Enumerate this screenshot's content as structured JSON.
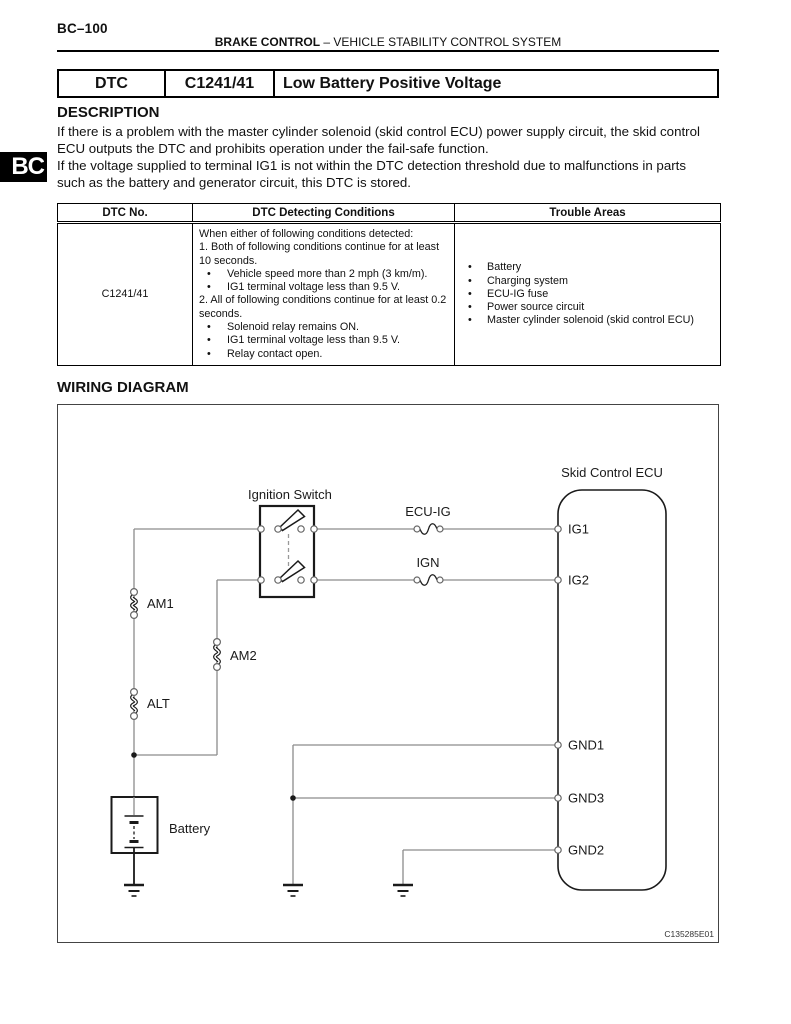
{
  "page": {
    "page_number": "BC–100",
    "running_header_bold": "BRAKE CONTROL",
    "running_header_rest": "–  VEHICLE STABILITY CONTROL SYSTEM",
    "side_tab": "BC"
  },
  "dtc_banner": {
    "label": "DTC",
    "code": "C1241/41",
    "title": "Low Battery Positive Voltage"
  },
  "description": {
    "heading": "DESCRIPTION",
    "paragraphs": [
      "If there is a problem with the master cylinder solenoid (skid control ECU) power supply circuit, the skid control ECU outputs the DTC and prohibits operation under the fail-safe function.",
      "If the voltage supplied to terminal IG1 is not within the DTC detection threshold due to malfunctions in parts such as the battery and generator circuit, this DTC is stored."
    ]
  },
  "dtc_table": {
    "headers": [
      "DTC No.",
      "DTC Detecting Conditions",
      "Trouble Areas"
    ],
    "row": {
      "dtc_no": "C1241/41",
      "conditions_intro": "When either of following conditions detected:",
      "condition_groups": [
        {
          "label": "1. Both of following conditions continue for at least 10 seconds.",
          "items": [
            "Vehicle speed more than 2 mph (3 km/m).",
            "IG1 terminal voltage less than 9.5 V."
          ]
        },
        {
          "label": "2. All of following conditions continue for at least 0.2 seconds.",
          "items": [
            "Solenoid relay remains ON.",
            "IG1 terminal voltage less than 9.5 V.",
            "Relay contact open."
          ]
        }
      ],
      "trouble_areas": [
        "Battery",
        "Charging system",
        "ECU-IG fuse",
        "Power source circuit",
        "Master cylinder solenoid (skid control ECU)"
      ]
    }
  },
  "wiring": {
    "heading": "WIRING DIAGRAM",
    "figure_code": "C135285E01",
    "labels": {
      "ignition_switch": "Ignition Switch",
      "skid_control_ecu": "Skid Control ECU",
      "battery": "Battery"
    },
    "fuses": {
      "ecu_ig": "ECU-IG",
      "ign": "IGN",
      "am1": "AM1",
      "am2": "AM2",
      "alt": "ALT"
    },
    "terminals": [
      "IG1",
      "IG2",
      "GND1",
      "GND3",
      "GND2"
    ]
  },
  "colors": {
    "ink": "#1a1a1a",
    "wire": "#8c8c8c",
    "tab_bg": "#000000",
    "tab_fg": "#ffffff"
  }
}
